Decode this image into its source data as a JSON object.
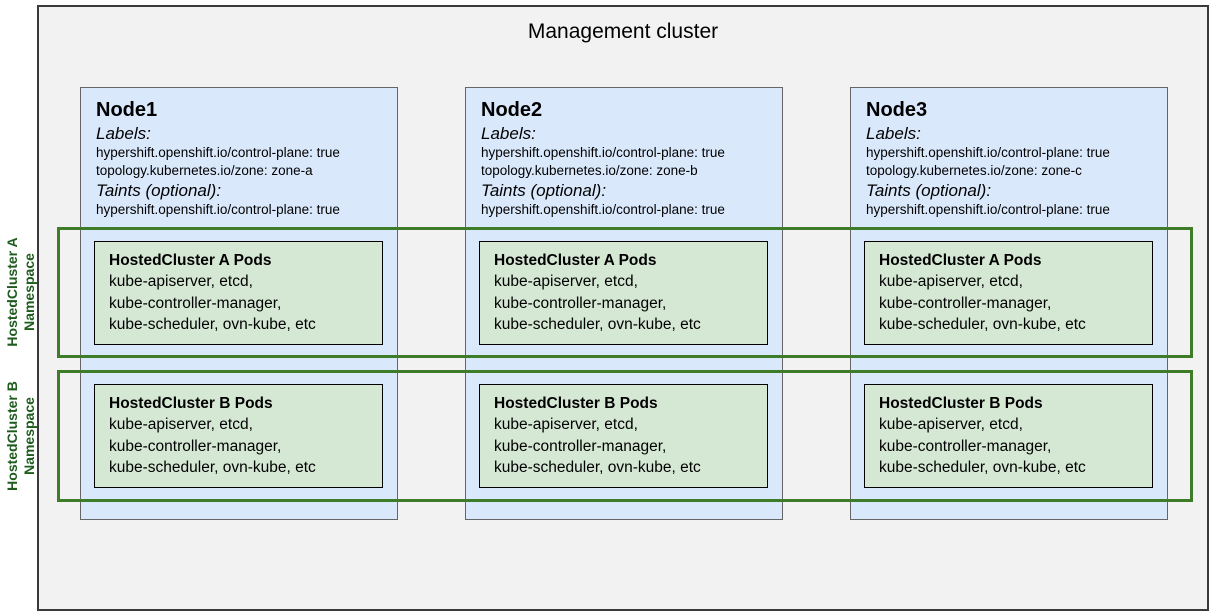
{
  "title": "Management cluster",
  "colors": {
    "outer_fill": "#f2f2f2",
    "outer_border": "#3a3a3a",
    "node_fill": "#dae8fc",
    "node_border": "#666666",
    "pods_fill": "#d5e8d4",
    "pods_border": "#000000",
    "namespace_band_border": "#3e7c2a",
    "namespace_label_text": "#1d5c1d"
  },
  "namespaces": [
    {
      "line1": "HostedCluster A",
      "line2": "Namespace"
    },
    {
      "line1": "HostedCluster B",
      "line2": "Namespace"
    }
  ],
  "nodes": [
    {
      "name": "Node1",
      "labels_heading": "Labels:",
      "labels": [
        "hypershift.openshift.io/control-plane: true",
        "topology.kubernetes.io/zone: zone-a"
      ],
      "taints_heading": "Taints (optional):",
      "taints": [
        "hypershift.openshift.io/control-plane: true"
      ],
      "pods": [
        {
          "title": "HostedCluster A Pods",
          "lines": [
            "kube-apiserver, etcd,",
            "kube-controller-manager,",
            "kube-scheduler, ovn-kube, etc"
          ]
        },
        {
          "title": "HostedCluster B Pods",
          "lines": [
            "kube-apiserver, etcd,",
            "kube-controller-manager,",
            "kube-scheduler, ovn-kube, etc"
          ]
        }
      ]
    },
    {
      "name": "Node2",
      "labels_heading": "Labels:",
      "labels": [
        "hypershift.openshift.io/control-plane: true",
        "topology.kubernetes.io/zone: zone-b"
      ],
      "taints_heading": "Taints (optional):",
      "taints": [
        "hypershift.openshift.io/control-plane: true"
      ],
      "pods": [
        {
          "title": "HostedCluster A Pods",
          "lines": [
            "kube-apiserver, etcd,",
            "kube-controller-manager,",
            "kube-scheduler, ovn-kube, etc"
          ]
        },
        {
          "title": "HostedCluster B Pods",
          "lines": [
            "kube-apiserver, etcd,",
            "kube-controller-manager,",
            "kube-scheduler, ovn-kube, etc"
          ]
        }
      ]
    },
    {
      "name": "Node3",
      "labels_heading": "Labels:",
      "labels": [
        "hypershift.openshift.io/control-plane: true",
        "topology.kubernetes.io/zone: zone-c"
      ],
      "taints_heading": "Taints (optional):",
      "taints": [
        "hypershift.openshift.io/control-plane: true"
      ],
      "pods": [
        {
          "title": "HostedCluster A Pods",
          "lines": [
            "kube-apiserver, etcd,",
            "kube-controller-manager,",
            "kube-scheduler, ovn-kube, etc"
          ]
        },
        {
          "title": "HostedCluster B Pods",
          "lines": [
            "kube-apiserver, etcd,",
            "kube-controller-manager,",
            "kube-scheduler, ovn-kube, etc"
          ]
        }
      ]
    }
  ]
}
